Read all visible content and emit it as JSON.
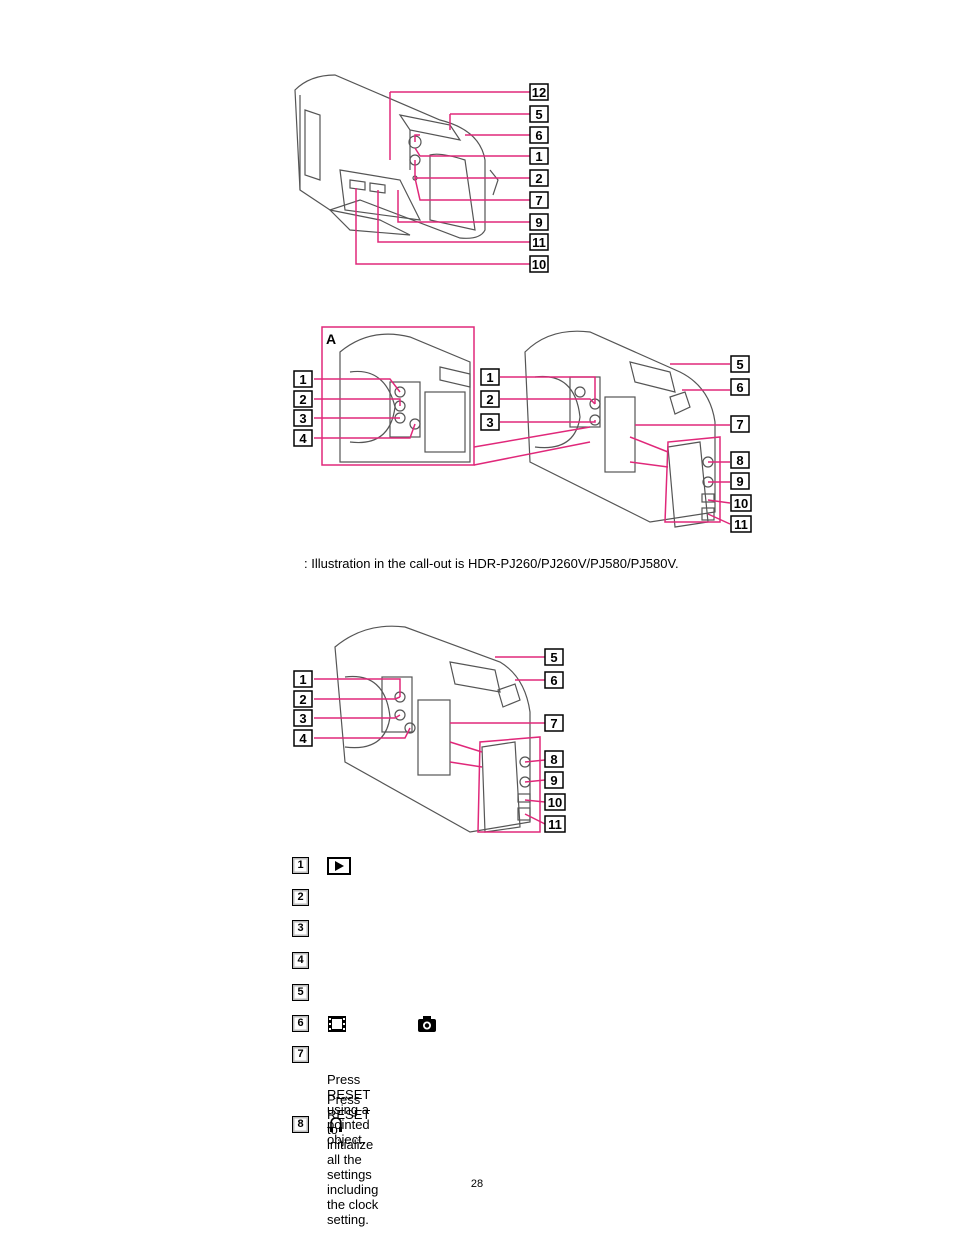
{
  "figure1": {
    "callouts": [
      "12",
      "5",
      "6",
      "1",
      "2",
      "7",
      "9",
      "11",
      "10"
    ]
  },
  "figure2": {
    "inset_label": "A",
    "left_callouts": [
      "1",
      "2",
      "3",
      "4"
    ],
    "mid_callouts": [
      "1",
      "2",
      "3"
    ],
    "right_callouts": [
      "5",
      "6",
      "7",
      "8",
      "9",
      "10",
      "11"
    ]
  },
  "caption": ": Illustration in the call-out is HDR-PJ260/PJ260V/PJ580/PJ580V.",
  "figure3": {
    "left_callouts": [
      "1",
      "2",
      "3",
      "4"
    ],
    "right_callouts": [
      "5",
      "6",
      "7",
      "8",
      "9",
      "10",
      "11"
    ]
  },
  "items": [
    {
      "num": "1",
      "icon": "play-icon"
    },
    {
      "num": "2"
    },
    {
      "num": "3"
    },
    {
      "num": "4"
    },
    {
      "num": "5"
    },
    {
      "num": "6",
      "icon": "movie-icon",
      "icon2": "camera-icon"
    },
    {
      "num": "7",
      "lines": [
        "Press RESET using a pointed object.",
        "Press RESET to initialize all the settings including the clock setting."
      ]
    },
    {
      "num": "8",
      "icon": "headphones-icon"
    }
  ],
  "page_number": "28",
  "colors": {
    "callout_line": "#e0287a",
    "outline": "#555555"
  }
}
